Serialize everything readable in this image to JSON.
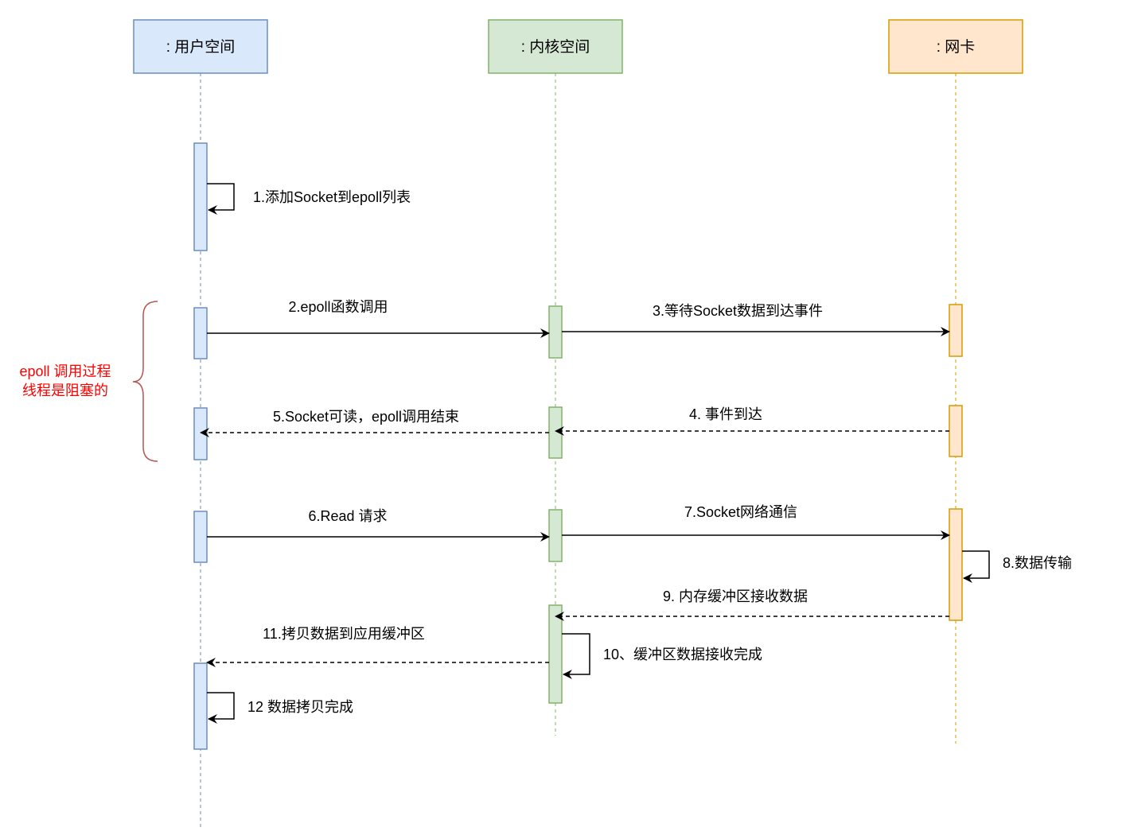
{
  "participants": [
    {
      "label": ": 用户空间",
      "fill": "#dae8fc",
      "stroke": "#6c8ebf"
    },
    {
      "label": ": 内核空间",
      "fill": "#d5e8d4",
      "stroke": "#82b366"
    },
    {
      "label": ": 网卡",
      "fill": "#ffe6cc",
      "stroke": "#d79b00"
    }
  ],
  "messages": [
    {
      "label": "1.添加Socket到epoll列表",
      "style": "self"
    },
    {
      "label": "2.epoll函数调用",
      "style": "solid"
    },
    {
      "label": "3.等待Socket数据到达事件",
      "style": "solid"
    },
    {
      "label": "4. 事件到达",
      "style": "dashed"
    },
    {
      "label": "5.Socket可读，epoll调用结束",
      "style": "dashed"
    },
    {
      "label": "6.Read 请求",
      "style": "solid"
    },
    {
      "label": "7.Socket网络通信",
      "style": "solid"
    },
    {
      "label": "8.数据传输",
      "style": "self"
    },
    {
      "label": "9. 内存缓冲区接收数据",
      "style": "dashed"
    },
    {
      "label": "10、缓冲区数据接收完成",
      "style": "self"
    },
    {
      "label": "11.拷贝数据到应用缓冲区",
      "style": "dashed"
    },
    {
      "label": "12 数据拷贝完成",
      "style": "self"
    }
  ],
  "annotation": {
    "lines": [
      "epoll 调用过程",
      "线程是阻塞的"
    ],
    "color": "#ff0000",
    "brace_color": "#b85450"
  }
}
